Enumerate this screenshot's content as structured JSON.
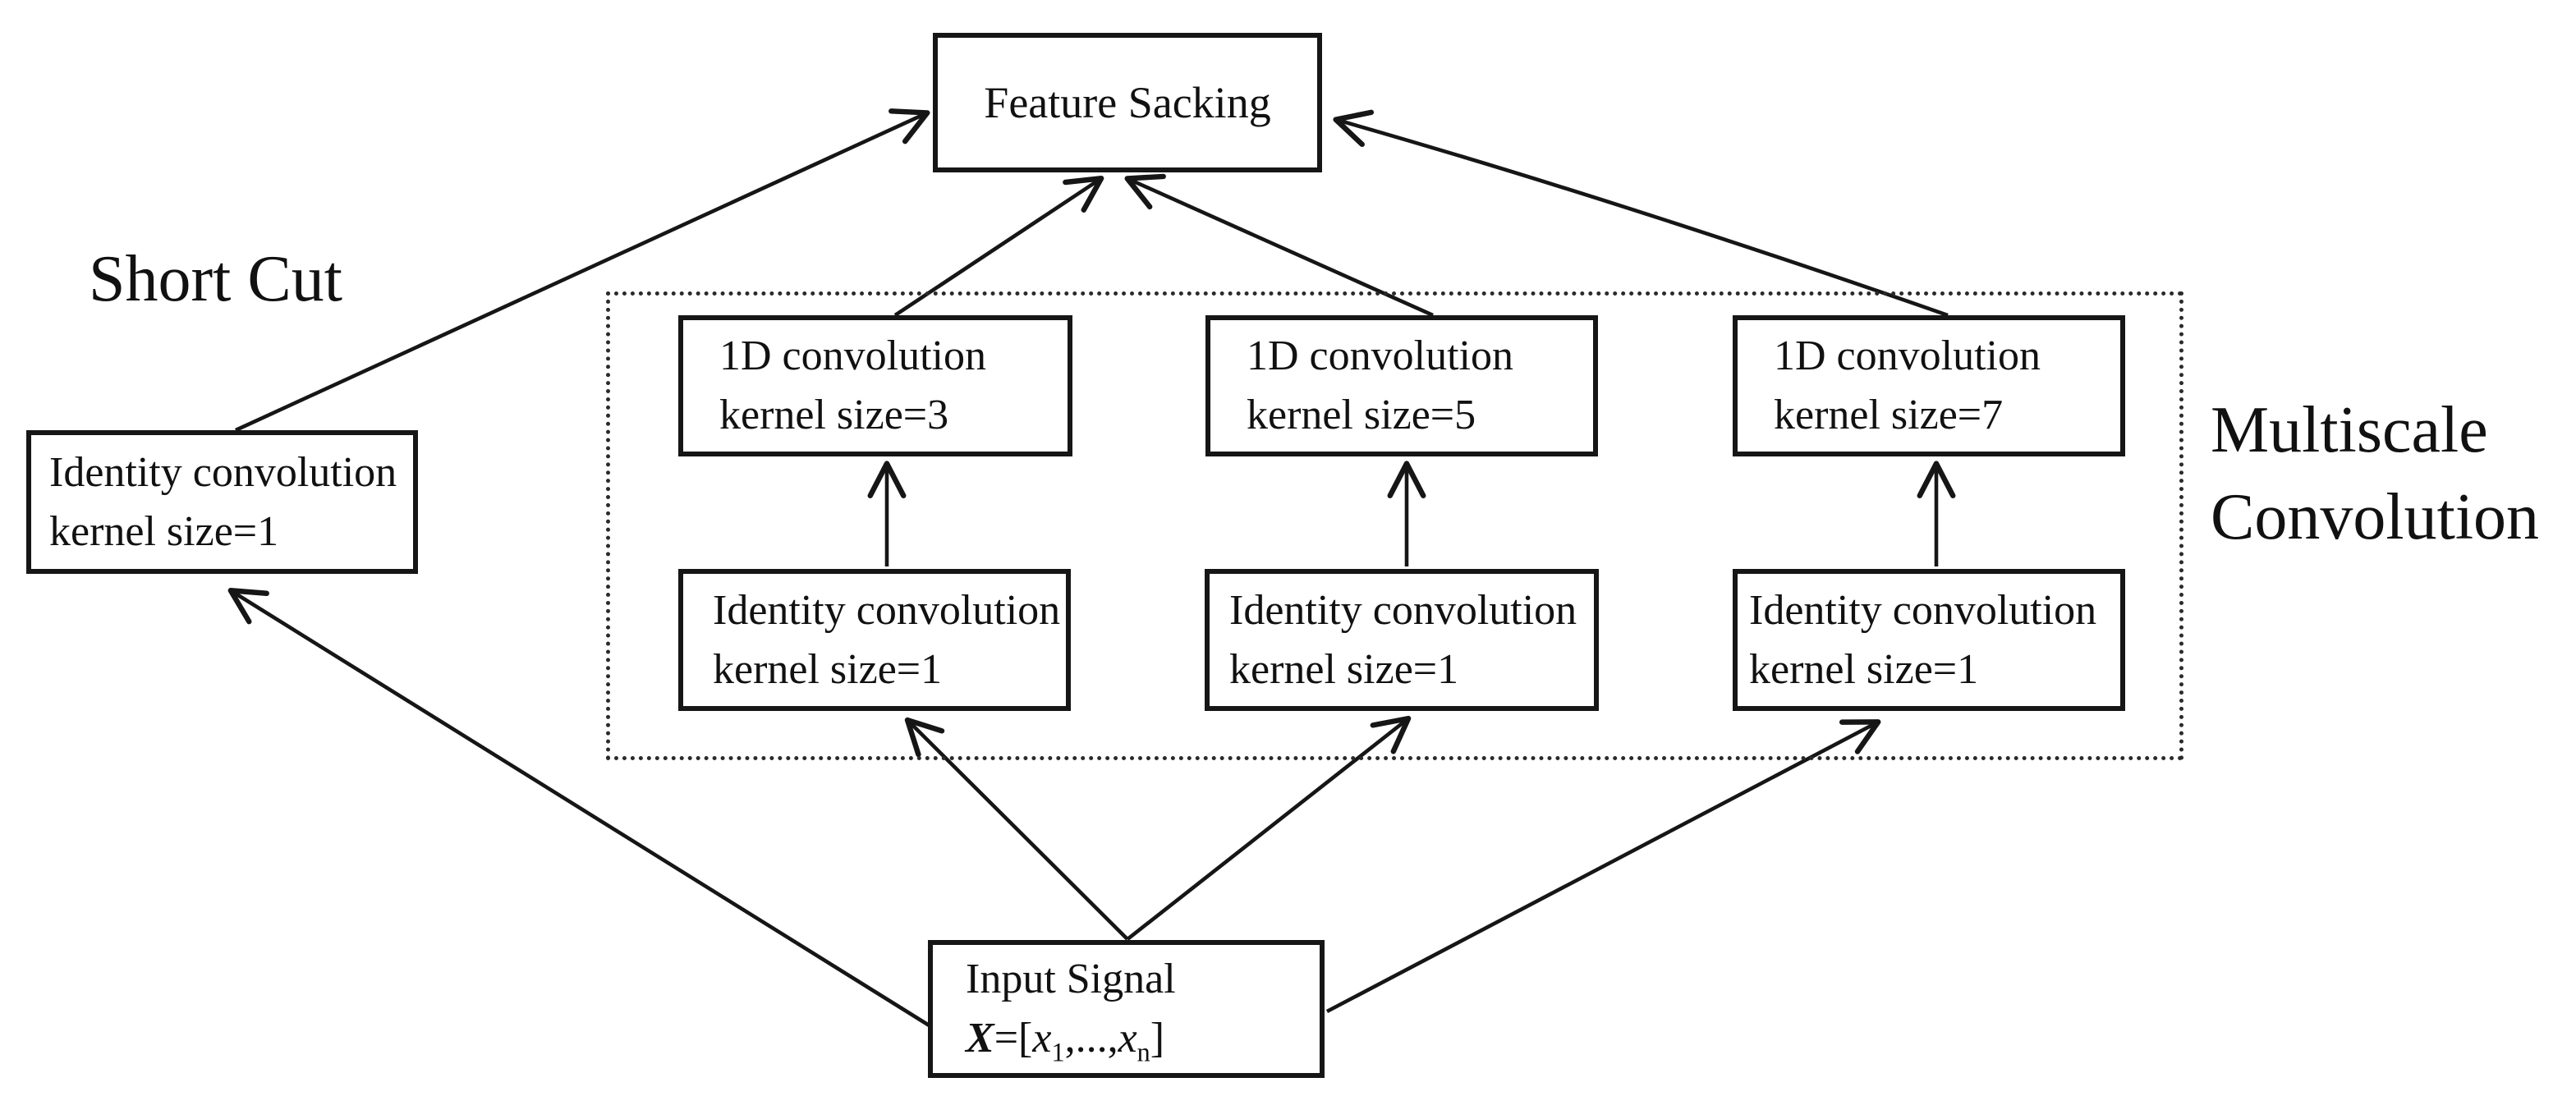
{
  "diagram": {
    "colors": {
      "background": "#ffffff",
      "stroke": "#161616",
      "text": "#111111"
    },
    "annotations": {
      "short_cut": "Short Cut",
      "multiscale": {
        "line1": "Multiscale",
        "line2": "Convolution"
      }
    },
    "feature_stacking_box": {
      "label": "Feature Sacking"
    },
    "shortcut_branch_box": {
      "line1": "Identity convolution",
      "line2": "kernel size=1"
    },
    "multiscale_columns": [
      {
        "conv": {
          "line1": "1D convolution",
          "line2": "kernel size=3"
        },
        "identity": {
          "line1": "Identity convolution",
          "line2": "kernel size=1"
        }
      },
      {
        "conv": {
          "line1": "1D convolution",
          "line2": "kernel size=5"
        },
        "identity": {
          "line1": "Identity convolution",
          "line2": "kernel size=1"
        }
      },
      {
        "conv": {
          "line1": "1D convolution",
          "line2": "kernel size=7"
        },
        "identity": {
          "line1": "Identity convolution",
          "line2": "kernel size=1"
        }
      }
    ],
    "input_box": {
      "line1": "Input Signal",
      "formula_segments": [
        {
          "t": "X",
          "style": "bold-italic"
        },
        {
          "t": "=[",
          "style": "plain"
        },
        {
          "t": "x",
          "style": "italic"
        },
        {
          "t": "1",
          "style": "sub"
        },
        {
          "t": ",...,",
          "style": "plain"
        },
        {
          "t": "x",
          "style": "italic"
        },
        {
          "t": "n",
          "style": "sub"
        },
        {
          "t": "]",
          "style": "plain"
        }
      ]
    },
    "edges": [
      {
        "from": "input-signal",
        "to": "shortcut-identity"
      },
      {
        "from": "input-signal",
        "to": "identity-col1"
      },
      {
        "from": "input-signal",
        "to": "identity-col2"
      },
      {
        "from": "input-signal",
        "to": "identity-col3"
      },
      {
        "from": "identity-col1",
        "to": "conv-k3"
      },
      {
        "from": "identity-col2",
        "to": "conv-k5"
      },
      {
        "from": "identity-col3",
        "to": "conv-k7"
      },
      {
        "from": "conv-k3",
        "to": "feature-stacking"
      },
      {
        "from": "conv-k5",
        "to": "feature-stacking"
      },
      {
        "from": "conv-k7",
        "to": "feature-stacking"
      },
      {
        "from": "shortcut-identity",
        "to": "feature-stacking"
      }
    ]
  }
}
